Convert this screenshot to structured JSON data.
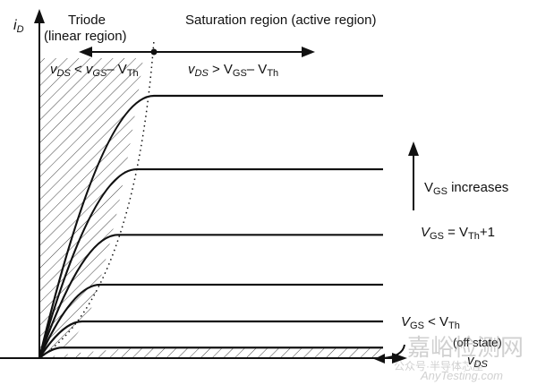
{
  "axes": {
    "y_label": "i",
    "y_sub": "D",
    "x_label": "v",
    "x_sub": "DS"
  },
  "regions": {
    "triode_title": "Triode",
    "triode_subtitle": "(linear region)",
    "saturation_title": "Saturation region (active region)",
    "triode_condition": {
      "v": "v",
      "ds": "DS",
      "op": " < ",
      "v2": "v",
      "gs": "GS",
      "minus": "– V",
      "th": "Th"
    },
    "saturation_condition": {
      "v": "v",
      "ds": "DS",
      "op": " > V",
      "gs": "GS",
      "minus": "– V",
      "th": "Th"
    }
  },
  "annotations": {
    "vgs_increases": {
      "v": "V",
      "gs": "GS",
      "rest": " increases"
    },
    "vth_plus_one": {
      "v": "V",
      "gs": "GS",
      "eq": " = V",
      "th": "Th",
      "rest": "+1"
    },
    "off": {
      "v": "V",
      "gs": "GS",
      "lt": " < V",
      "th": "Th",
      "state": "(off state)"
    }
  },
  "watermark": {
    "line1": "嘉峪检测网",
    "line2": "公众号·半导体芯座",
    "line3": "AnyTesting.com"
  },
  "curves_relative_levels": [
    1.0,
    0.72,
    0.47,
    0.28,
    0.14,
    0.04
  ]
}
